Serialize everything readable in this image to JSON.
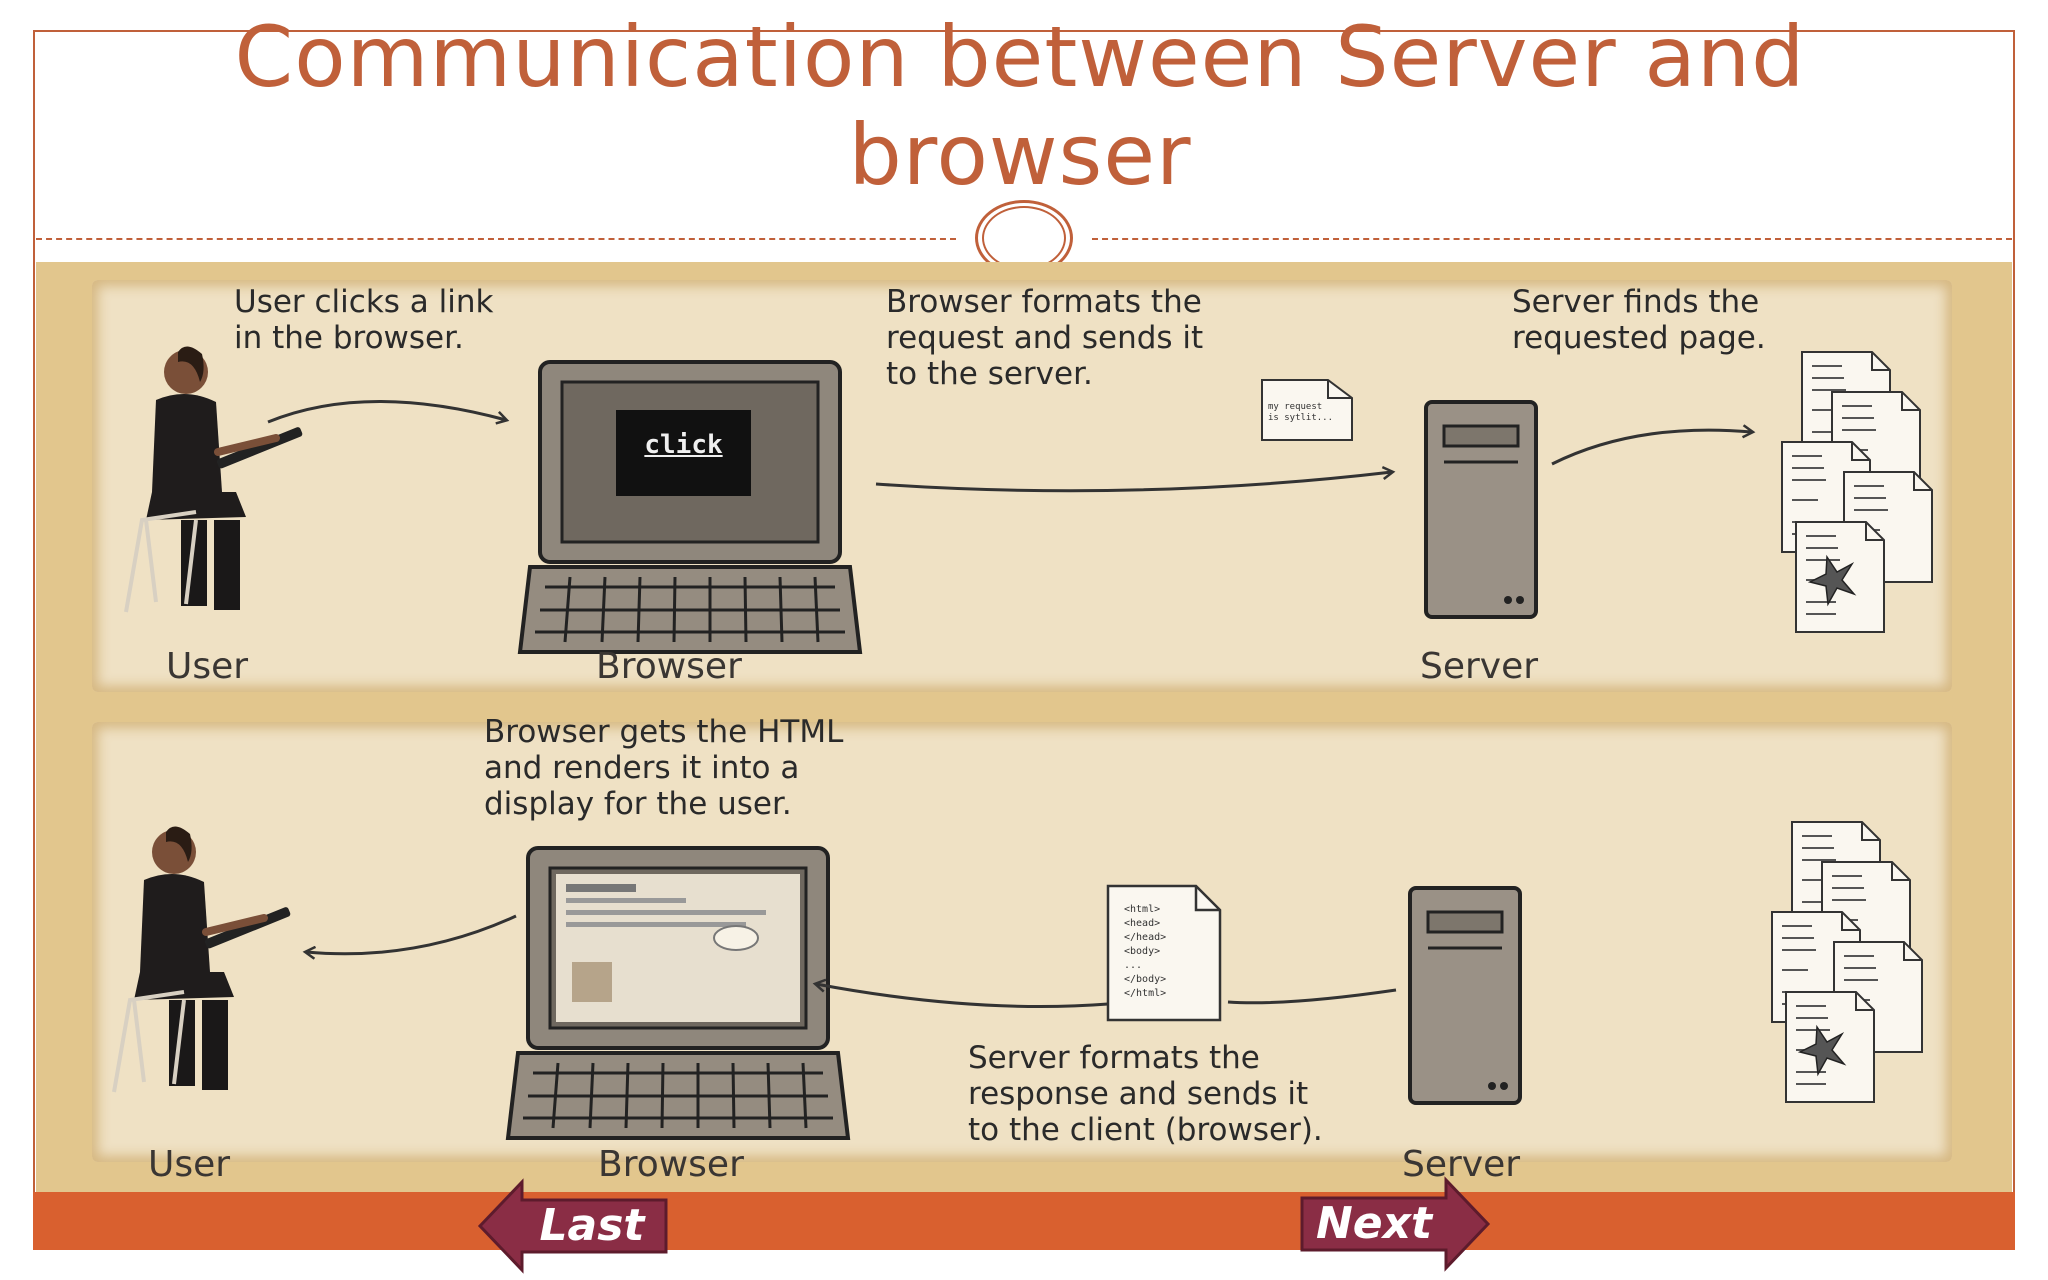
{
  "slide": {
    "title": "Communication between Server and browser"
  },
  "diagram": {
    "top": {
      "user_label": "User",
      "browser_label": "Browser",
      "server_label": "Server",
      "step1_caption": "User clicks a link\nin the browser.",
      "step2_caption": "Browser formats the\nrequest and sends it\nto the server.",
      "step3_caption": "Server finds the\nrequested page.",
      "screen_text": "click",
      "request_note": "my request\nis sytlit..."
    },
    "bottom": {
      "user_label": "User",
      "browser_label": "Browser",
      "server_label": "Server",
      "step4_caption": "Browser gets the HTML\nand renders it into a\ndisplay for the user.",
      "step5_caption": "Server formats the\nresponse and sends it\nto the client (browser)."
    },
    "html_doc_lines": [
      "<html>",
      "<head>",
      "</head>",
      "<body>",
      "...",
      "</body>",
      "</html>"
    ]
  },
  "navigation": {
    "last_label": "Last",
    "next_label": "Next"
  },
  "colors": {
    "accent": "#c0603a",
    "bar": "#d9602f",
    "button": "#8a2d45",
    "parchment": "#e2c68d"
  }
}
